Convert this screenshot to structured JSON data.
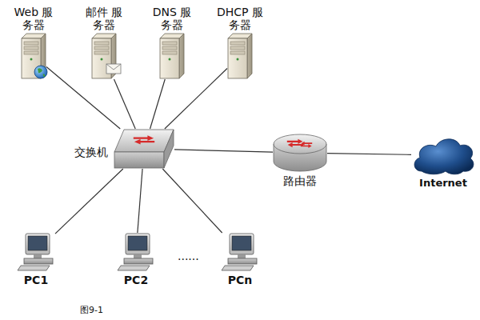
{
  "diagram": {
    "caption": "图9-1",
    "nodes": [
      {
        "text": [
          "Web 服务器"
        ]
      },
      {
        "text": [
          "邮件 服务器"
        ]
      },
      {
        "text": [
          "DNS 服务器"
        ]
      },
      {
        "text": [
          "DHCP 服务器"
        ]
      },
      {
        "text": [
          "交换机"
        ]
      },
      {
        "text": [
          "路由器"
        ]
      },
      {
        "text": [
          "Internet"
        ]
      },
      {
        "text": [
          "PC1"
        ]
      },
      {
        "text": [
          "PC2"
        ]
      },
      {
        "text": [
          "PCn"
        ]
      }
    ],
    "edges": [
      {
        "from": 0,
        "to": 4,
        "arrow": "none"
      },
      {
        "from": 1,
        "to": 4,
        "arrow": "none"
      },
      {
        "from": 2,
        "to": 4,
        "arrow": "none"
      },
      {
        "from": 3,
        "to": 4,
        "arrow": "none"
      },
      {
        "from": 4,
        "to": 5,
        "arrow": "none"
      },
      {
        "from": 5,
        "to": 6,
        "arrow": "none"
      },
      {
        "from": 4,
        "to": 7,
        "arrow": "none"
      },
      {
        "from": 4,
        "to": 8,
        "arrow": "none"
      },
      {
        "from": 4,
        "to": 9,
        "arrow": "none"
      }
    ],
    "labels": [
      "......"
    ]
  }
}
